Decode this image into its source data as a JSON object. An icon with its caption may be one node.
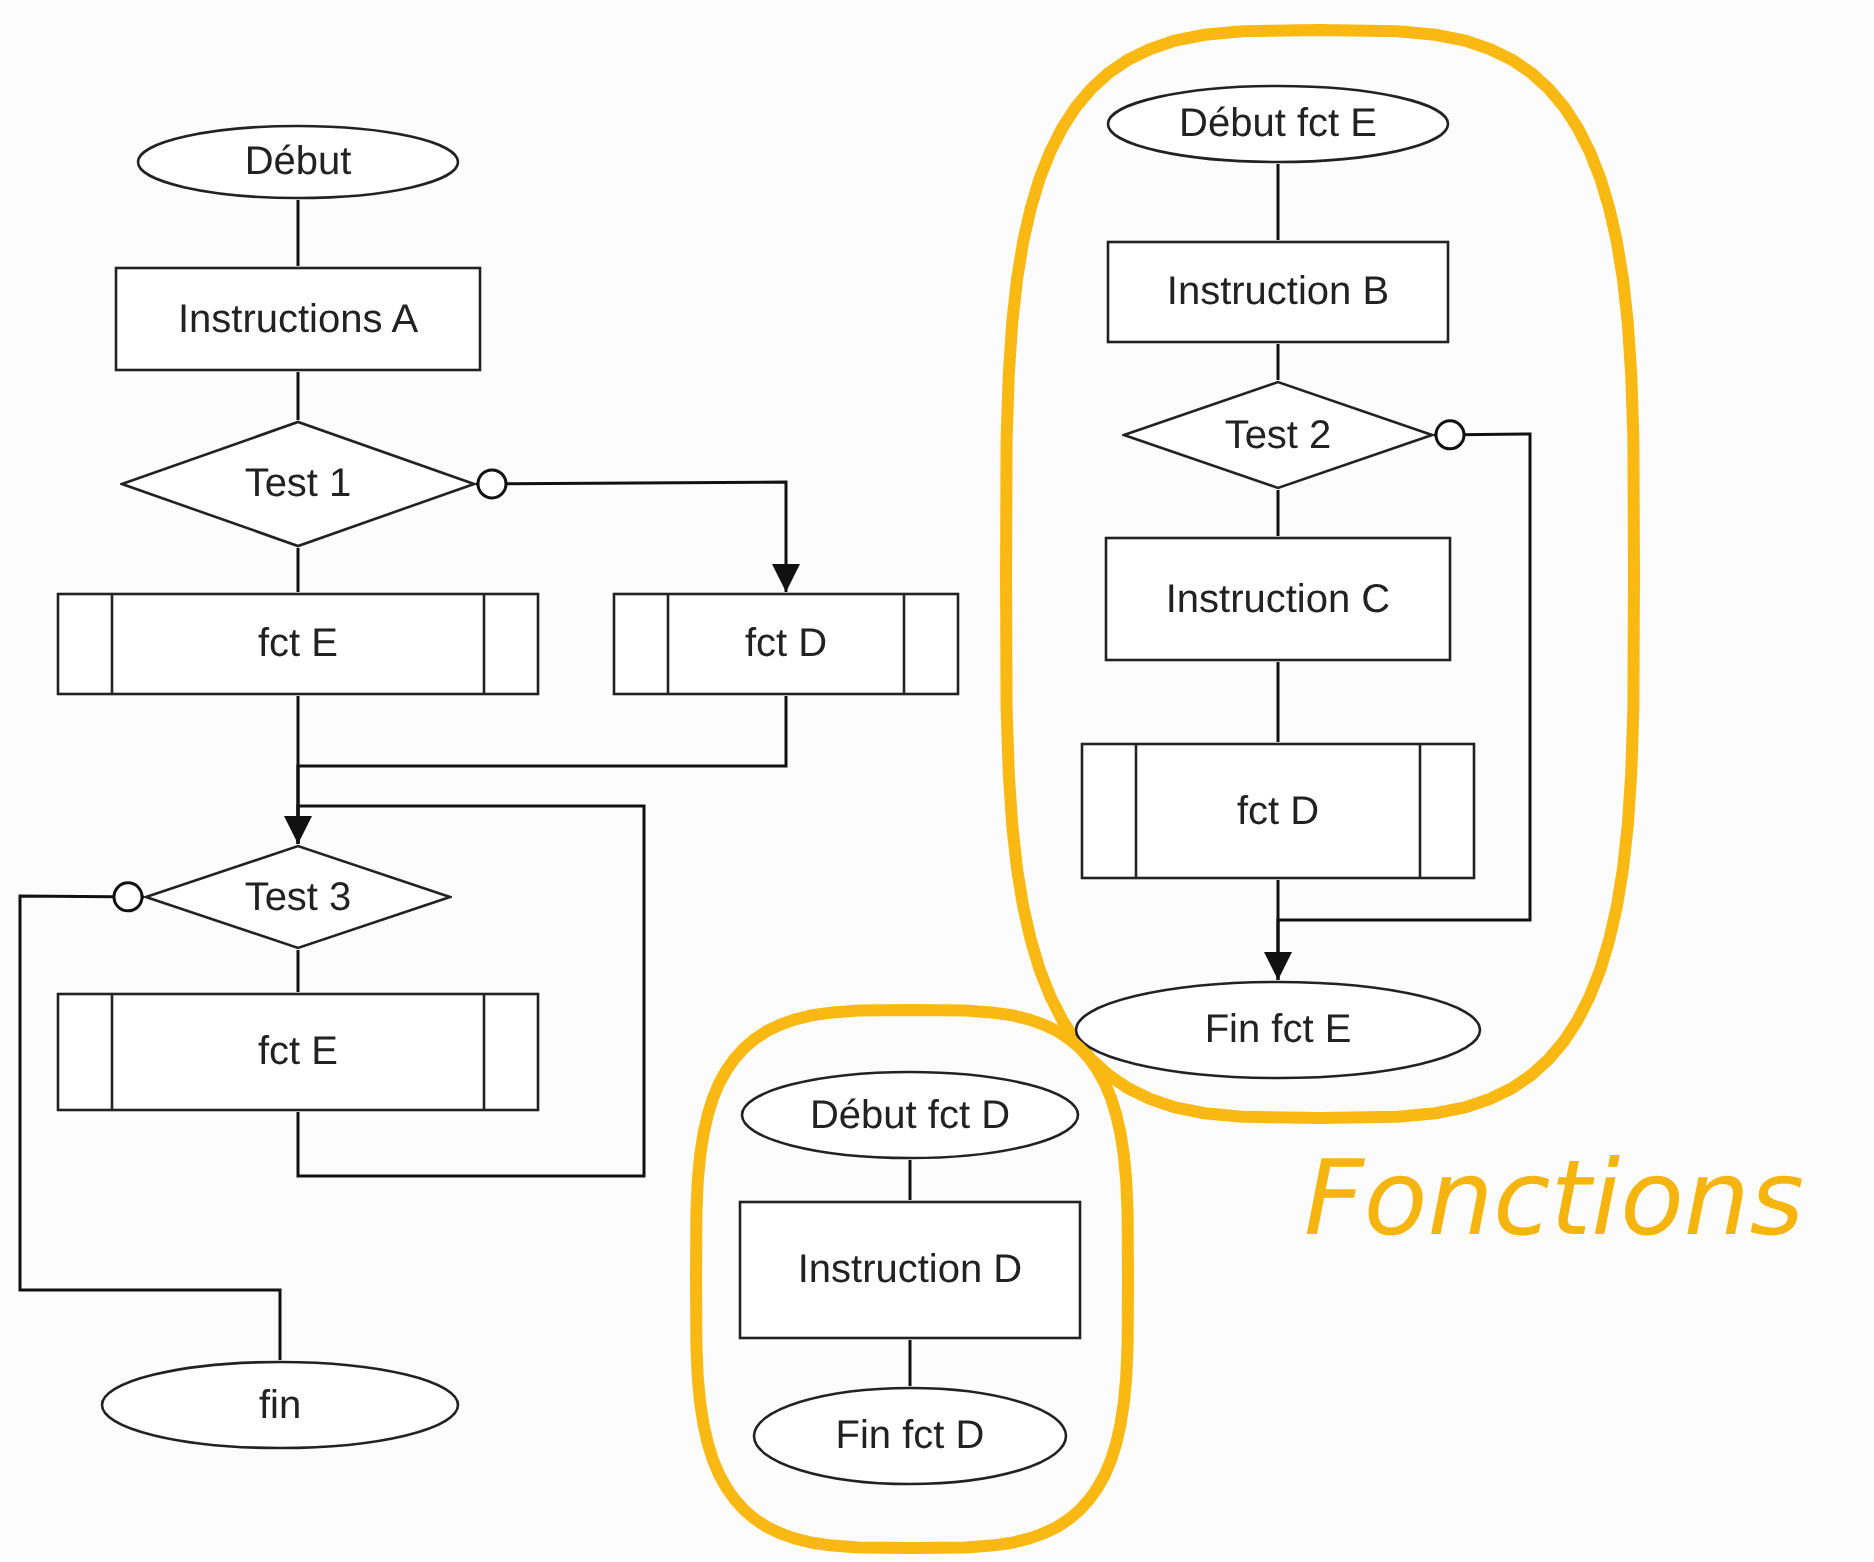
{
  "diagram": {
    "nodes": [
      {
        "text": [
          "Début"
        ]
      },
      {
        "text": [
          "Instructions A"
        ]
      },
      {
        "text": [
          "Test 1"
        ]
      },
      {
        "text": [
          "fct E"
        ]
      },
      {
        "text": [
          "fct D"
        ]
      },
      {
        "text": [
          "Test 3"
        ]
      },
      {
        "text": [
          "fct E"
        ]
      },
      {
        "text": [
          "fin"
        ]
      },
      {
        "text": [],
        "shape": "circle"
      },
      {
        "text": [
          "Début fct E"
        ],
        "in": 8
      },
      {
        "text": [
          "Instruction B"
        ],
        "in": 8
      },
      {
        "text": [
          "Test 2"
        ],
        "in": 8
      },
      {
        "text": [
          "Instruction C"
        ],
        "in": 8
      },
      {
        "text": [
          "fct D"
        ],
        "in": 8
      },
      {
        "text": [
          "Fin fct E"
        ],
        "in": 8
      },
      {
        "text": [],
        "shape": "circle"
      },
      {
        "text": [
          "Début fct D"
        ],
        "in": 15
      },
      {
        "text": [
          "Instruction D"
        ],
        "in": 15
      },
      {
        "text": [
          "Fin fct D"
        ],
        "in": 15
      }
    ],
    "edges": [
      {
        "from": 0,
        "to": 1,
        "arrow": "none"
      },
      {
        "from": 1,
        "to": 2,
        "arrow": "none"
      },
      {
        "from": 2,
        "to": 3,
        "arrow": "none"
      },
      {
        "from": 2,
        "to": 4,
        "arrow": "to"
      },
      {
        "from": 3,
        "to": 5,
        "arrow": "none"
      },
      {
        "from": 4,
        "to": 5,
        "arrow": "none"
      },
      {
        "from": 5,
        "to": 6,
        "arrow": "none"
      },
      {
        "from": 6,
        "to": 5,
        "arrow": "to"
      },
      {
        "from": 5,
        "to": 7,
        "arrow": "other"
      },
      {
        "from": 9,
        "to": 10,
        "arrow": "none"
      },
      {
        "from": 10,
        "to": 11,
        "arrow": "none"
      },
      {
        "from": 11,
        "to": 12,
        "arrow": "none"
      },
      {
        "from": 12,
        "to": 13,
        "arrow": "none"
      },
      {
        "from": 13,
        "to": 14,
        "arrow": "none"
      },
      {
        "from": 11,
        "to": 14,
        "arrow": "to"
      },
      {
        "from": 16,
        "to": 17,
        "arrow": "none"
      },
      {
        "from": 17,
        "to": 18,
        "arrow": "none"
      }
    ],
    "labels": [
      "Fonctions"
    ]
  }
}
